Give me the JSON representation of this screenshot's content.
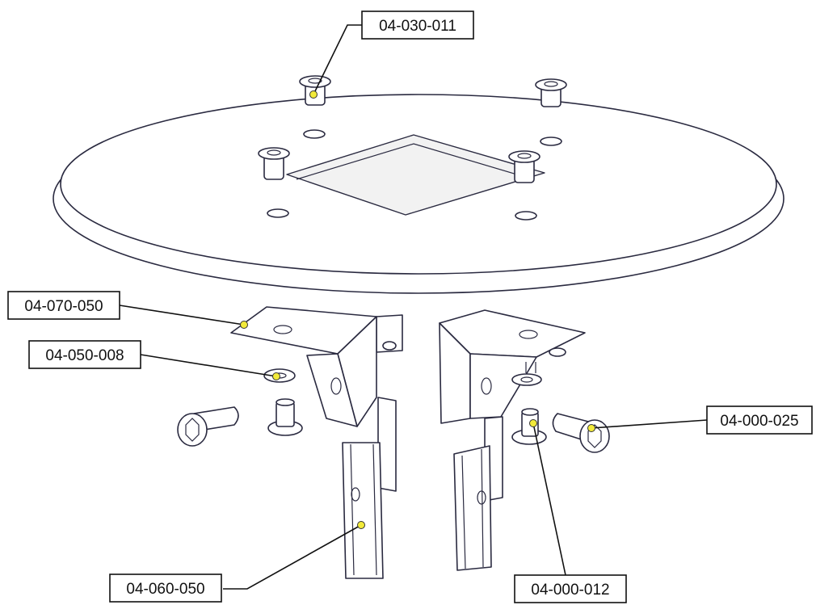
{
  "colors": {
    "line": "#2a2a40",
    "callout_dot": "#f2ea3a",
    "background": "#ffffff"
  },
  "callouts": [
    {
      "label": "04-030-011"
    },
    {
      "label": "04-070-050"
    },
    {
      "label": "04-050-008"
    },
    {
      "label": "04-000-025"
    },
    {
      "label": "04-060-050"
    },
    {
      "label": "04-000-012"
    }
  ]
}
